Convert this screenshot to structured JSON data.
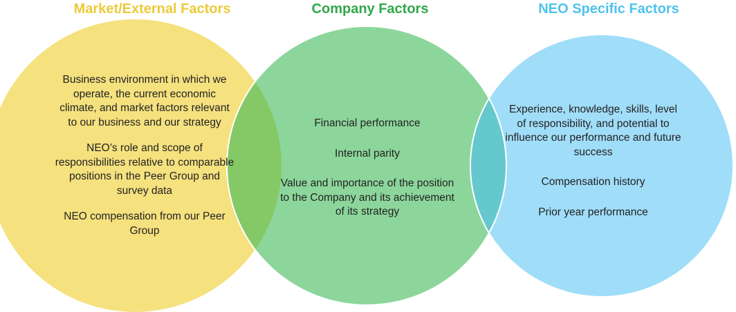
{
  "colors": {
    "left_fill": "#f5e17e",
    "center_fill": "#8cd69b",
    "right_fill": "#a0ddf9",
    "left_center_overlap": "#84c966",
    "center_right_overlap": "#66c8cf",
    "left_heading": "#ecca3a",
    "center_heading": "#30a74a",
    "right_heading": "#4ec3ec"
  },
  "circles": [
    {
      "id": "market",
      "heading": "Market/External Factors",
      "items": [
        "Business environment in which we operate, the current economic climate, and market factors relevant to our business and our strategy",
        "NEO’s role and scope of responsibilities relative to comparable positions in the Peer Group and survey data",
        "NEO compensation from our Peer Group"
      ]
    },
    {
      "id": "company",
      "heading": "Company Factors",
      "items": [
        "Financial performance",
        "Internal parity",
        "Value and importance of the position to the Company and its achievement of its strategy"
      ]
    },
    {
      "id": "neo",
      "heading": "NEO Specific Factors",
      "items": [
        "Experience, knowledge, skills, level of responsibility, and potential to influence our performance and future success",
        "Compensation history",
        "Prior year performance"
      ]
    }
  ]
}
